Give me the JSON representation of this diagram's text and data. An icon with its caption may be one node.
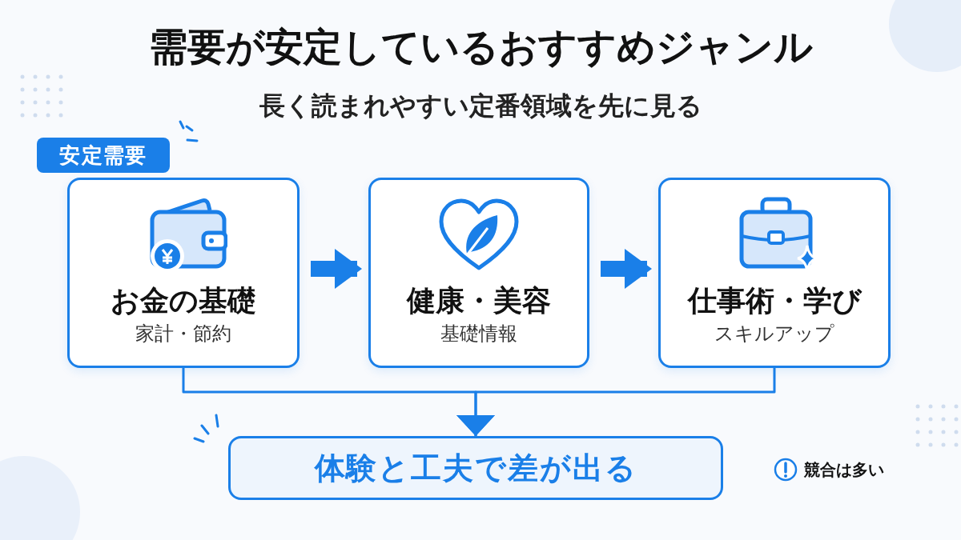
{
  "diagram": {
    "title": "需要が安定しているおすすめジャンル",
    "nodes": [
      {
        "text": [
          "安定需要"
        ]
      },
      {
        "text": [
          "お金の基礎",
          "家計・節約"
        ]
      },
      {
        "text": [
          "健康・美容",
          "基礎情報"
        ]
      },
      {
        "text": [
          "仕事術・学び",
          "スキルアップ"
        ]
      },
      {
        "text": [
          "体験と工夫で差が出る"
        ]
      }
    ],
    "edges": [
      {
        "from": 1,
        "to": 2,
        "arrow": "to",
        "style": "thick"
      },
      {
        "from": 2,
        "to": 3,
        "arrow": "to",
        "style": "thick"
      },
      {
        "from": 1,
        "to": 4,
        "arrow": "to"
      },
      {
        "from": 3,
        "to": 4,
        "arrow": "to"
      }
    ],
    "labels": [
      "長く読まれやすい定番領域を先に見る",
      "競合は多い"
    ]
  }
}
